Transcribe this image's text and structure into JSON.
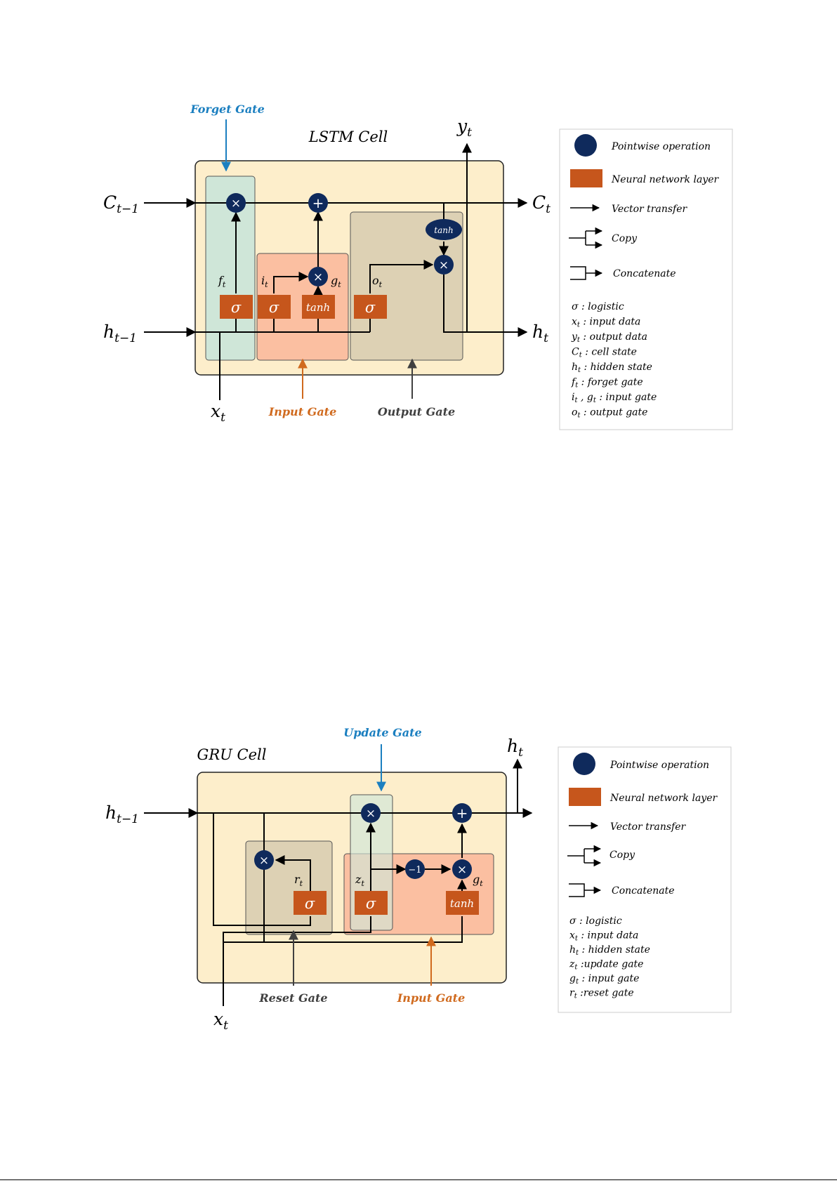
{
  "colors": {
    "cell_bg": "#fdeecb",
    "forget_bg": "#cfe6d8",
    "input_bg": "#fbbfa1",
    "output_bg": "#ddd1b4",
    "node": "#0f2a5c",
    "layer": "#c6561c",
    "blue_label": "#1b7fc0",
    "orange_label": "#d06a1e",
    "gray_label": "#404040"
  },
  "lstm": {
    "title": "LSTM Cell",
    "forget_gate": "Forget Gate",
    "input_gate": "Input Gate",
    "output_gate": "Output Gate",
    "c_prev": "C",
    "c_prev_sub": "t−1",
    "h_prev": "h",
    "h_prev_sub": "t−1",
    "c_out": "C",
    "c_out_sub": "t",
    "h_out": "h",
    "h_out_sub": "t",
    "y_out": "y",
    "y_out_sub": "t",
    "x_in": "x",
    "x_in_sub": "t",
    "f_label": "f",
    "f_sub": "t",
    "i_label": "i",
    "i_sub": "t",
    "g_label": "g",
    "g_sub": "t",
    "o_label": "o",
    "o_sub": "t",
    "sigma": "σ",
    "tanh": "tanh",
    "times": "×",
    "plus": "+"
  },
  "gru": {
    "title": "GRU Cell",
    "update_gate": "Update Gate",
    "reset_gate": "Reset Gate",
    "input_gate": "Input Gate",
    "h_prev": "h",
    "h_prev_sub": "t−1",
    "h_out": "h",
    "h_out_sub": "t",
    "x_in": "x",
    "x_in_sub": "t",
    "r_label": "r",
    "r_sub": "t",
    "z_label": "z",
    "z_sub": "t",
    "g_label": "g",
    "g_sub": "t",
    "sigma": "σ",
    "tanh": "tanh",
    "times": "×",
    "plus": "+",
    "minus_one": "−1"
  },
  "legend": {
    "pointwise": "Pointwise operation",
    "layer": "Neural network layer",
    "vector": "Vector transfer",
    "copy": "Copy",
    "concat": "Concatenate"
  },
  "lstm_defs": [
    {
      "sym": "σ",
      "sub": "",
      "text": " : logistic"
    },
    {
      "sym": "x",
      "sub": "t",
      "text": " : input data"
    },
    {
      "sym": "y",
      "sub": "t",
      "text": " : output data"
    },
    {
      "sym": "C",
      "sub": "t",
      "text": " : cell state"
    },
    {
      "sym": "h",
      "sub": "t",
      "text": " : hidden state"
    },
    {
      "sym": "f",
      "sub": "t",
      "text": " : forget gate"
    },
    {
      "sym": "i",
      "sub": "t",
      "text": " , ",
      "sym2": "g",
      "sub2": "t",
      "text2": " : input gate"
    },
    {
      "sym": "o",
      "sub": "t",
      "text": " : output gate"
    }
  ],
  "gru_defs": [
    {
      "sym": "σ",
      "sub": "",
      "text": " : logistic"
    },
    {
      "sym": "x",
      "sub": "t",
      "text": " : input data"
    },
    {
      "sym": "h",
      "sub": "t",
      "text": " : hidden state"
    },
    {
      "sym": "z",
      "sub": "t",
      "text": " :update gate"
    },
    {
      "sym": "g",
      "sub": "t",
      "text": " : input gate"
    },
    {
      "sym": "r",
      "sub": "t",
      "text": " :reset gate"
    }
  ]
}
